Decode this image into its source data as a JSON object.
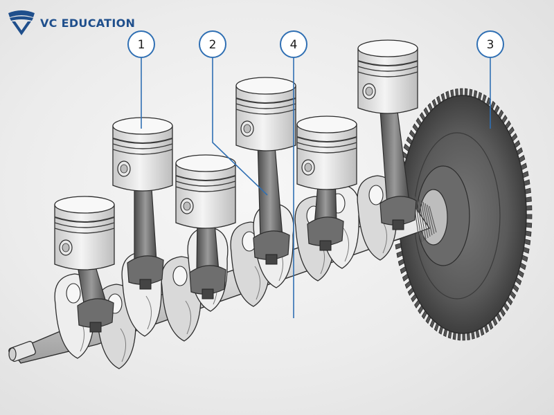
{
  "logo": {
    "text": "VC EDUCATION",
    "color": "#1f4f8c"
  },
  "callouts": [
    {
      "id": "callout-1",
      "number": "1"
    },
    {
      "id": "callout-2",
      "number": "2"
    },
    {
      "id": "callout-3",
      "number": "3"
    },
    {
      "id": "callout-4",
      "number": "4"
    }
  ],
  "colors": {
    "leader_line": "#2f6fb3",
    "metal_light": "#e4e4e4",
    "metal_dark": "#8a8a8a",
    "outline": "#2c2c2c",
    "flywheel": "#5c5c5c"
  }
}
